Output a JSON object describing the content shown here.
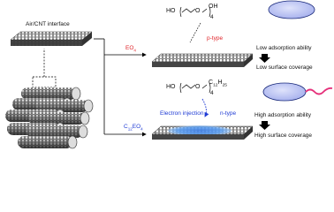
{
  "title": "Air/CNT interface",
  "branch_top": {
    "reagent": "EO",
    "reagent_sub": "4",
    "formula": {
      "left": "HO",
      "right": "OH",
      "oxygen": "O",
      "repeat": "4"
    },
    "ptype": "p-type",
    "ability": "Low adsorption ability",
    "coverage": "Low surface coverage"
  },
  "branch_bottom": {
    "reagent": "C",
    "reagent_sub1": "12",
    "reagent_mid": "EO",
    "reagent_sub2": "4",
    "formula": {
      "left": "HO",
      "right_prefix": "C",
      "right_sub": "12",
      "right_mid": "H",
      "right_sub2": "25",
      "oxygen": "O",
      "repeat": "4"
    },
    "electron_injection": "Electron injection",
    "ptype": "n-type",
    "ability": "High adsorption ability",
    "coverage": "High surface coverage"
  },
  "colors": {
    "red": "#e0252b",
    "blue": "#1f3bd4",
    "headgroup": "#bcc4f3",
    "tail": "#e5307a"
  }
}
